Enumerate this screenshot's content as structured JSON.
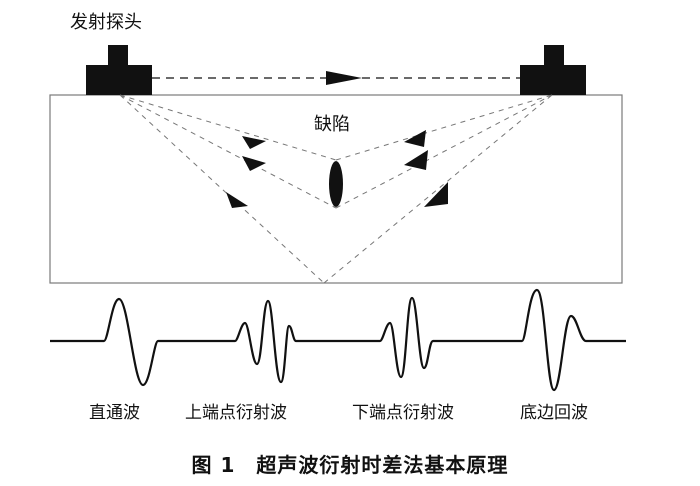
{
  "labels": {
    "transmitter": "发射探头",
    "defect": "缺陷"
  },
  "wave_labels": [
    "直通波",
    "上端点衍射波",
    "下端点衍射波",
    "底边回波"
  ],
  "caption": "图 1　超声波衍射时差法基本原理"
}
